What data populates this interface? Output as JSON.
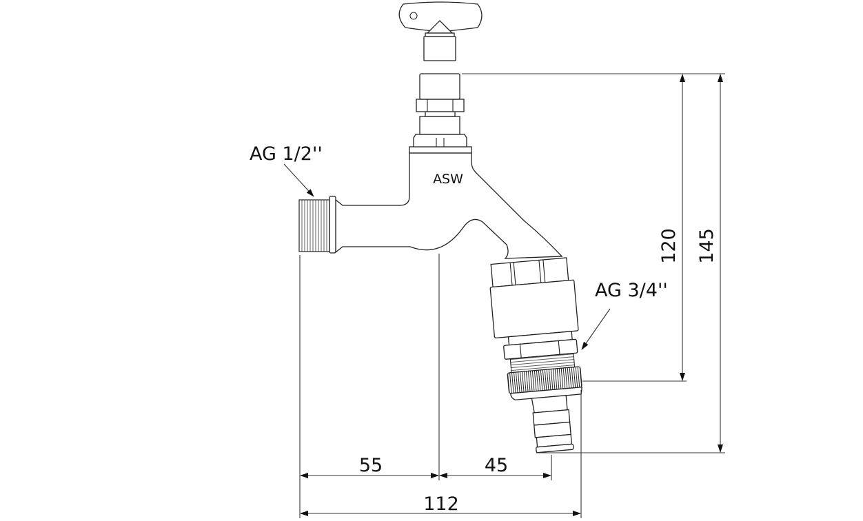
{
  "labels": {
    "inlet_thread": "AG 1/2''",
    "outlet_thread": "AG 3/4''",
    "brand": "ASW"
  },
  "dimensions": {
    "height_outlet": "120",
    "height_total": "145",
    "inlet_to_center": "55",
    "center_to_outlet": "45",
    "total_width": "112"
  }
}
